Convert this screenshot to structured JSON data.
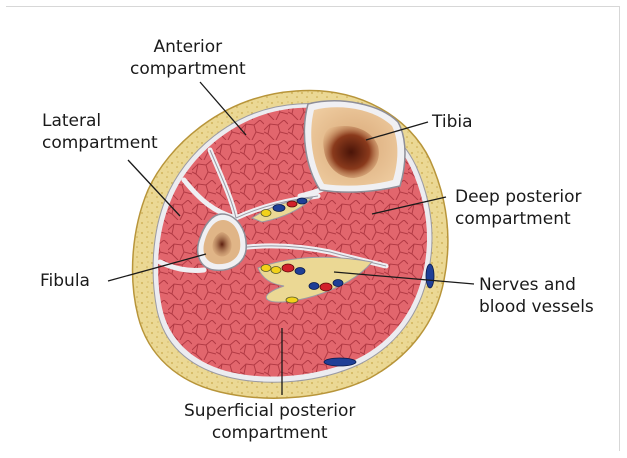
{
  "labels": {
    "anterior": [
      "Anterior",
      "compartment"
    ],
    "lateral": [
      "Lateral",
      "compartment"
    ],
    "tibia": "Tibia",
    "deep_posterior": [
      "Deep posterior",
      "compartment"
    ],
    "fibula": "Fibula",
    "nerves": [
      "Nerves and",
      "blood vessels"
    ],
    "superficial": [
      "Superficial posterior",
      "compartment"
    ]
  },
  "colors": {
    "muscle": "#e2666d",
    "muscle_line": "#a8303a",
    "fat": "#e8d48a",
    "fat_dark": "#c9a84a",
    "fascia": "#e6e6ea",
    "bone": "#e2b98c",
    "marrow": "#6b2412",
    "nerve": "#f2d21a",
    "artery": "#d2202a",
    "vein": "#1f3f96"
  }
}
